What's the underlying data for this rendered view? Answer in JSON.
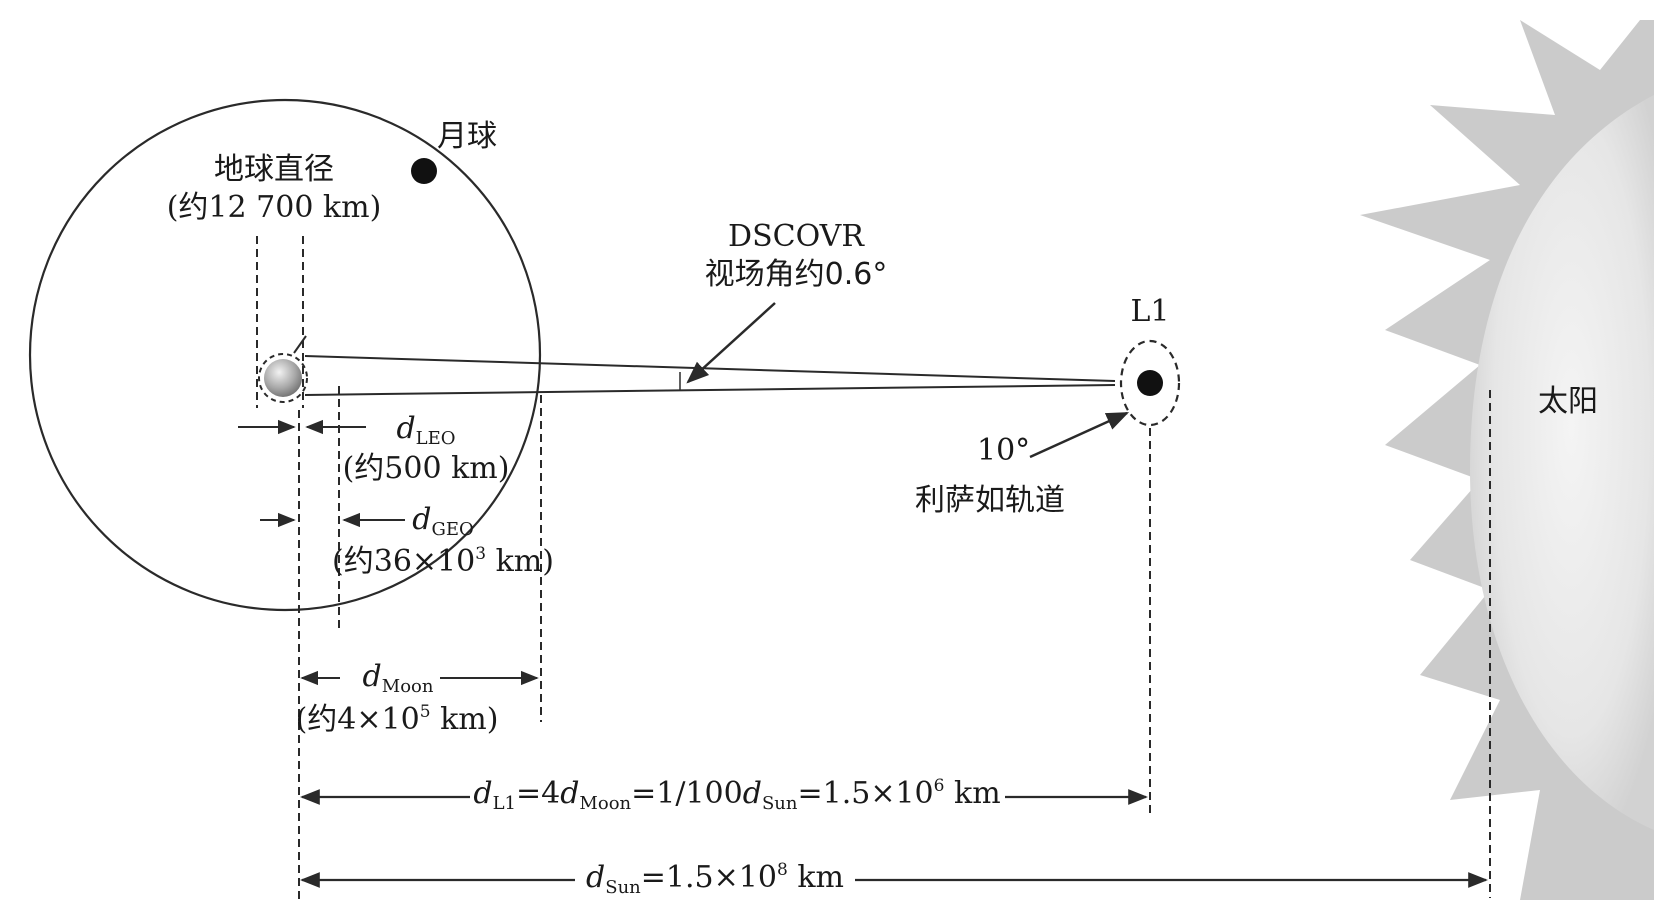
{
  "labels": {
    "moon": "月球",
    "earth_diameter_title": "地球直径",
    "earth_diameter_value": "(约12 700 km)",
    "dscovr_name": "DSCOVR",
    "dscovr_fov": "视场角约0.6°",
    "l1": "L1",
    "lissajous_angle": "10°",
    "lissajous_orbit": "利萨如轨道",
    "sun": "太阳",
    "d_leo": {
      "symbol": "d",
      "sub": "LEO",
      "value": "(约500 km)"
    },
    "d_geo": {
      "symbol": "d",
      "sub": "GEO",
      "value_pre": "(约36×10",
      "value_sup": "3",
      "value_post": " km)"
    },
    "d_moon": {
      "symbol": "d",
      "sub": "Moon",
      "value_pre": "(约4×10",
      "value_sup": "5",
      "value_post": " km)"
    },
    "d_l1": {
      "symbol": "d",
      "sub": "L1",
      "eq1": "=4",
      "symbol2": "d",
      "sub2": "Moon",
      "eq2": "=1/100",
      "symbol3": "d",
      "sub3": "Sun",
      "eq3": "=1.5×10",
      "sup": "6",
      "unit": " km"
    },
    "d_sun": {
      "symbol": "d",
      "sub": "Sun",
      "eq": "=1.5×10",
      "sup": "8",
      "unit": " km"
    }
  },
  "icons": {
    "earth": "earth-icon",
    "moon": "moon-icon",
    "l1_point": "l1-point-icon",
    "sun": "sun-icon"
  },
  "colors": {
    "line": "#2a2a2a",
    "sun_corona": "#cfcfcf",
    "sun_body": "#e9e9e9",
    "earth": "#9a9a9a"
  }
}
